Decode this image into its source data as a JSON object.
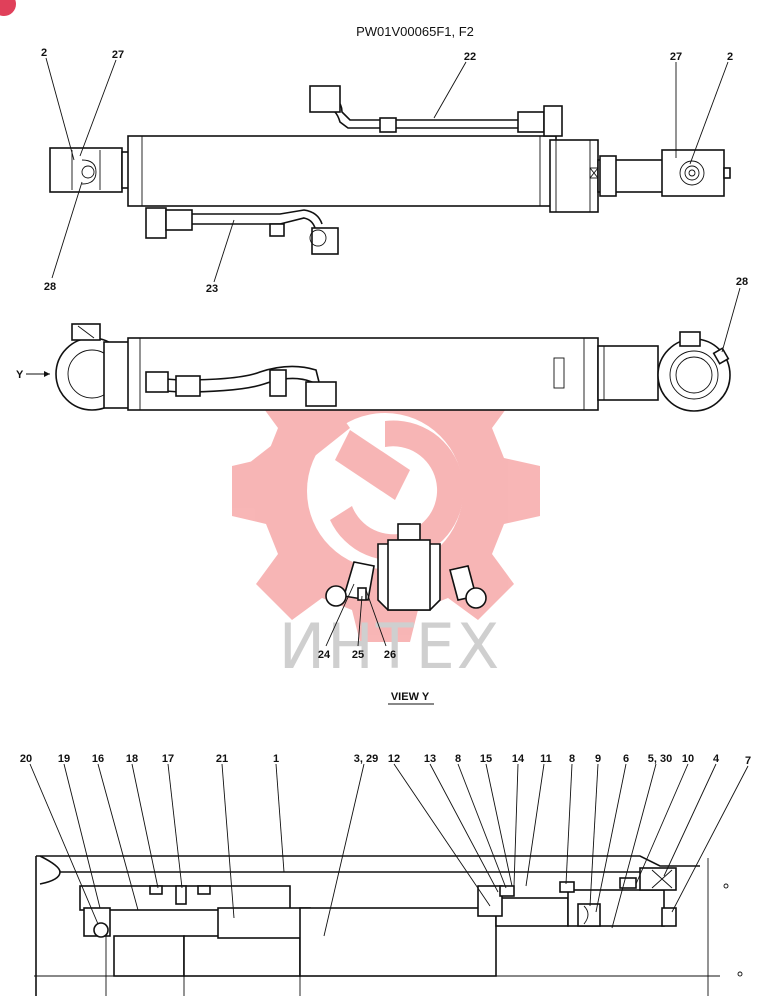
{
  "drawing_code": "PW01V00065F1, F2",
  "view_label": "VIEW Y",
  "view_arrow_label": "Y",
  "watermark": {
    "text": "ИНТЕХ",
    "color": "#f06868"
  },
  "top_view_callouts": [
    "2",
    "27",
    "22",
    "27",
    "2",
    "28",
    "23"
  ],
  "side_view_callouts": [
    "28"
  ],
  "end_view_callouts": [
    "24",
    "25",
    "26"
  ],
  "section_callouts": [
    "20",
    "19",
    "16",
    "18",
    "17",
    "21",
    "1",
    "3, 29",
    "12",
    "13",
    "8",
    "15",
    "14",
    "11",
    "8",
    "9",
    "6",
    "5, 30",
    "10",
    "4",
    "7"
  ]
}
